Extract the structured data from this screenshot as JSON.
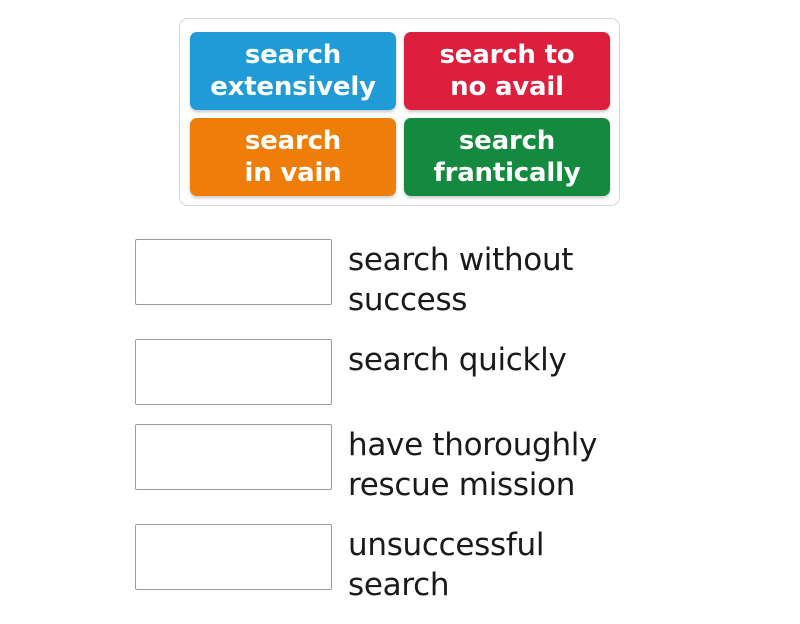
{
  "activity": {
    "type": "match-up-drag-and-drop",
    "background_color": "#ffffff"
  },
  "tile_bank": {
    "border_color": "#d6d6d6",
    "tiles": [
      {
        "name": "tile-search-extensively",
        "label": "search\nextensively",
        "color": "#1f9bd8",
        "text_color": "#ffffff"
      },
      {
        "name": "tile-search-to-no-avail",
        "label": "search to\nno avail",
        "color": "#dd1f3d",
        "text_color": "#ffffff"
      },
      {
        "name": "tile-search-in-vain",
        "label": "search\nin vain",
        "color": "#ef7d0a",
        "text_color": "#ffffff"
      },
      {
        "name": "tile-search-frantically",
        "label": "search\nfrantically",
        "color": "#148a3e",
        "text_color": "#ffffff"
      }
    ]
  },
  "answers": {
    "drop_zone_border_color": "#9b9b9b",
    "definition_color": "#1a1a1a",
    "rows": [
      {
        "name": "answer-row-1",
        "drop_value": "",
        "definition": "search without\nsuccess"
      },
      {
        "name": "answer-row-2",
        "drop_value": "",
        "definition": "search quickly"
      },
      {
        "name": "answer-row-3",
        "drop_value": "",
        "definition": "have thoroughly\nrescue mission"
      },
      {
        "name": "answer-row-4",
        "drop_value": "",
        "definition": "unsuccessful\nsearch"
      }
    ]
  }
}
